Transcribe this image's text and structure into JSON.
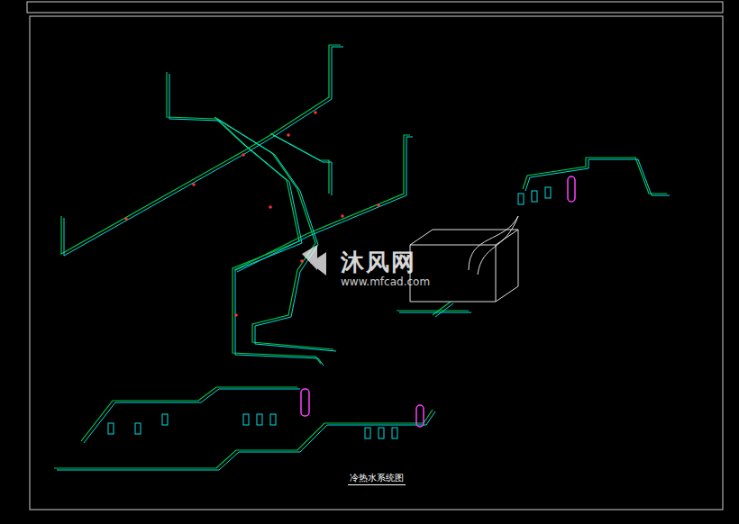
{
  "diagram": {
    "caption": "冷热水系统图",
    "labels": [
      "沐风网",
      "www.mfcad.com"
    ]
  }
}
